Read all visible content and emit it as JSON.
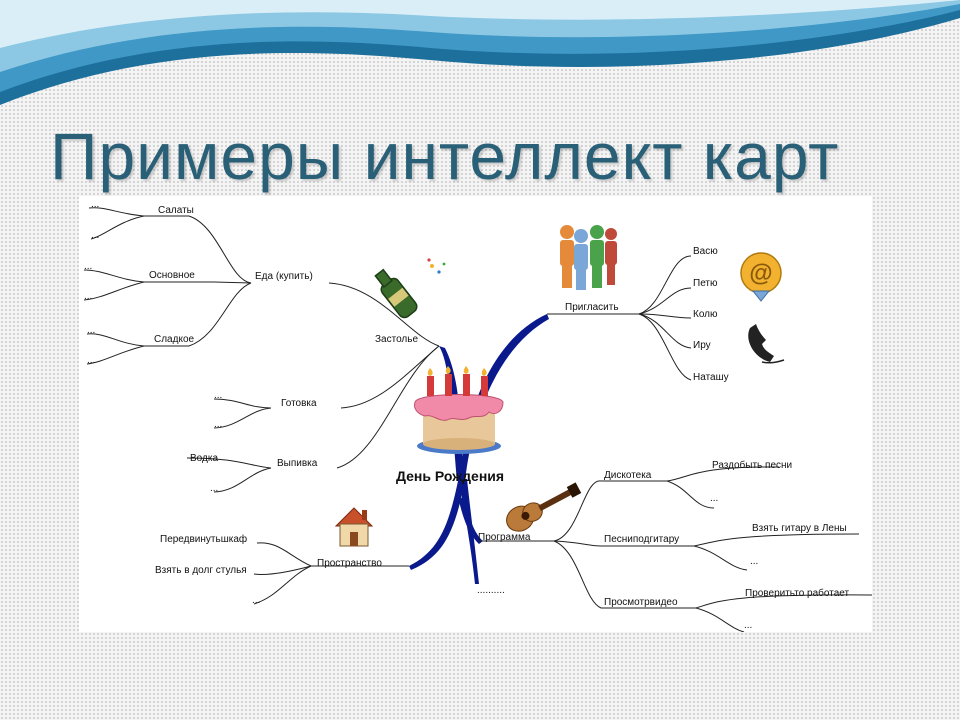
{
  "slide": {
    "title": "Примеры интеллект карт"
  },
  "mindmap": {
    "root": "День Рождения",
    "nodes": {
      "zastolye": "Застолье",
      "eda": "Еда (купить)",
      "salaty": "Салаты",
      "osnovnoe": "Основное",
      "sladkoe": "Сладкое",
      "gotovka": "Готовка",
      "vypivka": "Выпивка",
      "vodka": "Водка",
      "prostranstvo": "Пространство",
      "peredvinut": "Передвинутьшкаф",
      "vzyat_stulya": "Взять в долг стулья",
      "priglasit": "Пригласить",
      "vasyu": "Васю",
      "petyu": "Петю",
      "kolyu": "Колю",
      "iru": "Иру",
      "natashu": "Наташу",
      "programma": "Программа",
      "diskoteka": "Дискотека",
      "razdobyt": "Раздобыть песни",
      "pesni_gitara": "Песниподгитару",
      "vzyat_gitaru": "Взять гитару в Лены",
      "prosmotr": "Просмотрвидео",
      "proverit": "Проверитьто работает"
    },
    "placeholder": "...",
    "placeholder_long": "..........",
    "icons": [
      "champagne-bottle-icon",
      "people-group-icon",
      "email-at-icon",
      "telephone-icon",
      "birthday-cake-icon",
      "guitar-icon",
      "house-icon"
    ]
  },
  "colors": {
    "title": "#2a6077",
    "central_branch": "#0a1a8c",
    "wave": "#2f8ab8"
  }
}
